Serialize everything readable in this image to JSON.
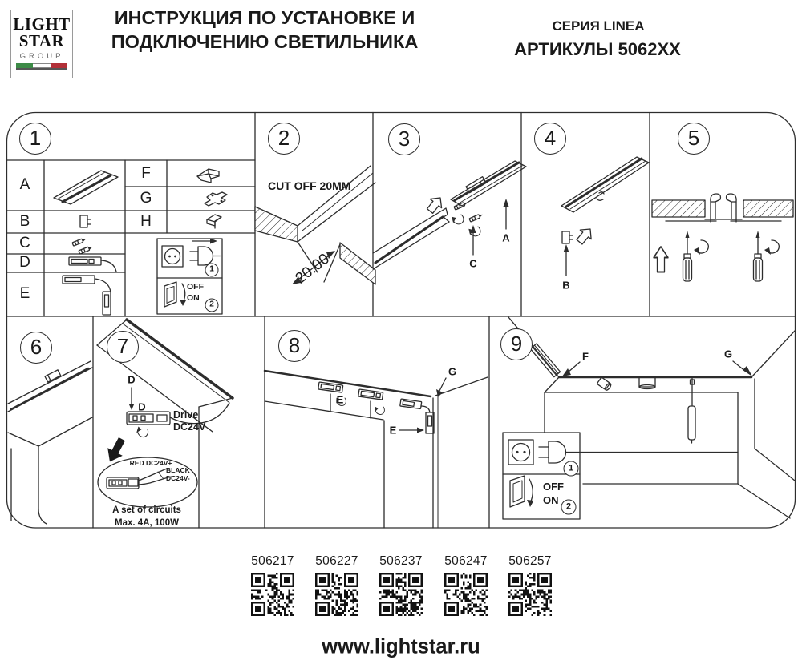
{
  "header": {
    "logo_line1": "LIGHT",
    "logo_line2": "STAR",
    "logo_line3": "GROUP",
    "title_line1": "ИНСТРУКЦИЯ ПО УСТАНОВКЕ И",
    "title_line2": "ПОДКЛЮЧЕНИЮ СВЕТИЛЬНИКА",
    "series": "СЕРИЯ LINEA",
    "articles": "АРТИКУЛЫ 5062XX"
  },
  "panel_numbers": {
    "p1": "1",
    "p2": "2",
    "p3": "3",
    "p4": "4",
    "p5": "5",
    "p6": "6",
    "p7": "7",
    "p8": "8",
    "p9": "9"
  },
  "parts_table": {
    "left": [
      {
        "letter": "A"
      },
      {
        "letter": "B"
      },
      {
        "letter": "C"
      },
      {
        "letter": "D"
      },
      {
        "letter": "E"
      }
    ],
    "right": [
      {
        "letter": "F"
      },
      {
        "letter": "G"
      },
      {
        "letter": "H"
      }
    ]
  },
  "power_box": {
    "step1": "1",
    "step2": "2",
    "off": "OFF",
    "on": "ON"
  },
  "panels": {
    "p2": {
      "cut_off": "CUT OFF 20MM",
      "dim": "20.00"
    },
    "p3": {
      "label_a": "A",
      "label_c": "C"
    },
    "p4": {
      "label_b": "B"
    },
    "p7": {
      "label_d_top": "D",
      "label_d_side": "D",
      "drive_line1": "Drive",
      "drive_line2": "DC24V",
      "wire_red": "RED DC24V+",
      "wire_black_line1": "BLACK",
      "wire_black_line2": "DC24V-",
      "circuits_line1": "A set of circuits",
      "circuits_line2": "Max. 4A, 100W"
    },
    "p8": {
      "label_e_top": "E",
      "label_e_side": "E",
      "label_g": "G"
    },
    "p9": {
      "label_f": "F",
      "label_g": "G"
    }
  },
  "qr_codes": [
    {
      "code": "506217"
    },
    {
      "code": "506227"
    },
    {
      "code": "506237"
    },
    {
      "code": "506247"
    },
    {
      "code": "506257"
    }
  ],
  "footer": {
    "url": "www.lightstar.ru"
  }
}
